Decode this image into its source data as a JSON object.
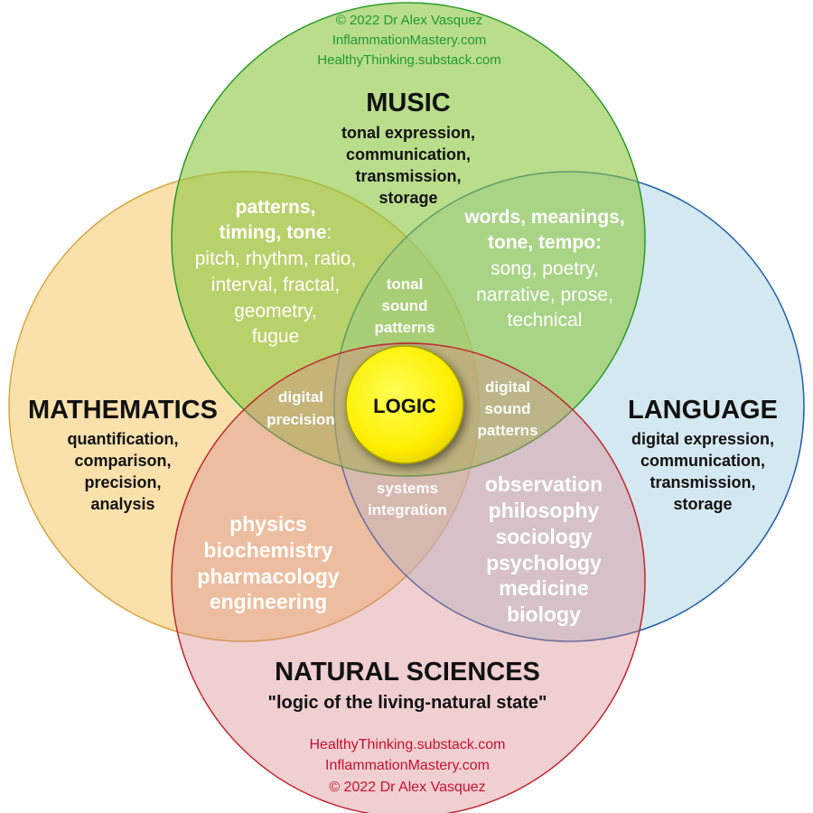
{
  "colors": {
    "music_fill": "#8cc63f",
    "music_stroke": "#2a9a2a",
    "math_fill": "#f6c867",
    "math_stroke": "#d9a441",
    "language_fill": "#a9d1e4",
    "language_stroke": "#1f5ea8",
    "science_fill": "#d9868c",
    "science_stroke": "#c0282e",
    "logic_fill": "#ffee00",
    "logic_stroke": "#a0a000"
  },
  "credits_top": [
    "© 2022 Dr Alex Vasquez",
    "InflammationMastery.com",
    "HealthyThinking.substack.com"
  ],
  "credits_bottom": [
    "HealthyThinking.substack.com",
    "InflammationMastery.com",
    "© 2022 Dr Alex Vasquez"
  ],
  "music": {
    "title": "MUSIC",
    "desc": [
      "tonal expression,",
      "communication,",
      "transmission,",
      "storage"
    ]
  },
  "mathematics": {
    "title": "MATHEMATICS",
    "desc": [
      "quantification,",
      "comparison,",
      "precision,",
      "analysis"
    ]
  },
  "language": {
    "title": "LANGUAGE",
    "desc": [
      "digital expression,",
      "communication,",
      "transmission,",
      "storage"
    ]
  },
  "natural_sciences": {
    "title": "NATURAL SCIENCES",
    "quote": "\"logic of the living-natural state\""
  },
  "music_math": {
    "heading": [
      "patterns,",
      "timing, tone"
    ],
    "heading_suffix": ":",
    "items": [
      "pitch, rhythm, ratio,",
      "interval, fractal,",
      "geometry,",
      "fugue"
    ]
  },
  "music_language": {
    "heading": [
      "words, meanings,",
      "tone, tempo:"
    ],
    "items": [
      "song, poetry,",
      "narrative, prose,",
      "technical"
    ]
  },
  "tonal_sound_patterns": [
    "tonal",
    "sound",
    "patterns"
  ],
  "digital_precision": [
    "digital",
    "precision"
  ],
  "digital_sound_patterns": [
    "digital",
    "sound",
    "patterns"
  ],
  "systems_integration": [
    "systems",
    "integration"
  ],
  "math_science": [
    "physics",
    "biochemistry",
    "pharmacology",
    "engineering"
  ],
  "language_science": [
    "observation",
    "philosophy",
    "sociology",
    "psychology",
    "medicine",
    "biology"
  ],
  "logic": "LOGIC"
}
